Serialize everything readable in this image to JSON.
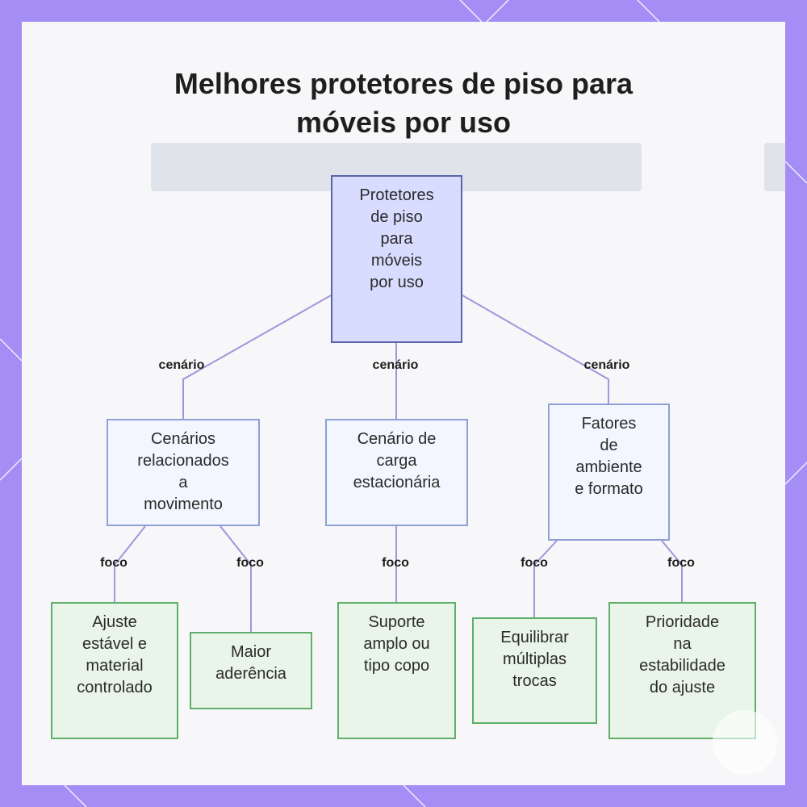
{
  "title": {
    "line1": "Melhores protetores de piso para",
    "line2": "móveis por uso"
  },
  "colors": {
    "frame": "#a48ef5",
    "panel": "#f7f7f9",
    "edge": "#a593dc",
    "root_fill": "#d8dcff",
    "mid_fill": "#f4f6ff",
    "leaf_fill": "#e8f5e8"
  },
  "nodes": {
    "root": "Protetores\nde piso\npara\nmóveis\npor uso",
    "movimento": "Cenários\nrelacionados\na\nmovimento",
    "estacionaria": "Cenário de\ncarga\nestacionária",
    "ambiente": "Fatores\nde\nambiente\ne formato",
    "ajuste": "Ajuste\nestável e\nmaterial\ncontrolado",
    "aderencia": "Maior\naderência",
    "suporte": "Suporte\namplo ou\ntipo copo",
    "equilibrar": "Equilibrar\nmúltiplas\ntrocas",
    "prioridade": "Prioridade\nna\nestabilidade\ndo ajuste"
  },
  "edge_labels": {
    "cenario_1": "cenário",
    "cenario_2": "cenário",
    "cenario_3": "cenário",
    "foco_1": "foco",
    "foco_2": "foco",
    "foco_3": "foco",
    "foco_4": "foco",
    "foco_5": "foco"
  }
}
